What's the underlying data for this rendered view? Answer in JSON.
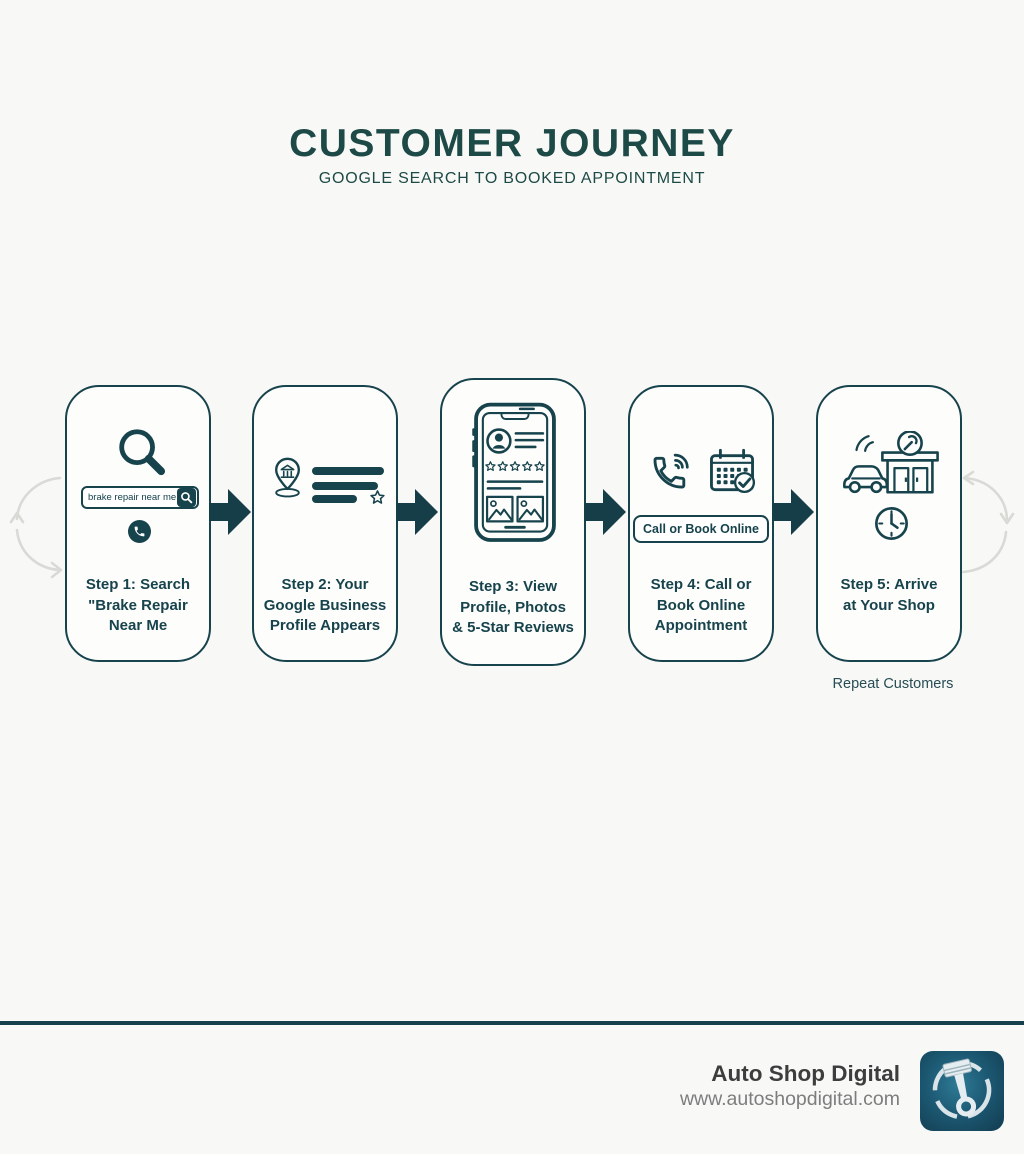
{
  "title": "CUSTOMER JOURNEY",
  "subtitle": "GOOGLE SEARCH TO BOOKED APPOINTMENT",
  "repeat_label": "Repeat Customers",
  "steps": [
    {
      "label": "Step 1: Search\n\"Brake Repair\nNear Me",
      "search_value": "brake repair near me",
      "icons": [
        "magnifier-icon",
        "search-bar",
        "search-button-icon",
        "phone-call-icon"
      ]
    },
    {
      "label": "Step 2: Your\nGoogle Business\nProfile Appears",
      "icons": [
        "map-pin-business-icon",
        "result-lines",
        "star-icon"
      ]
    },
    {
      "label": "Step 3: View\nProfile, Photos\n& 5-Star Reviews",
      "icons": [
        "smartphone-profile-icon",
        "avatar-icon",
        "five-star-rating-icon",
        "photo-thumbnail-icon"
      ]
    },
    {
      "label": "Step 4: Call or\nBook Online\nAppointment",
      "button_label": "Call or Book Online",
      "icons": [
        "phone-call-icon",
        "calendar-check-icon"
      ]
    },
    {
      "label": "Step 5: Arrive\nat Your Shop",
      "icons": [
        "auto-shop-icon",
        "clock-icon"
      ]
    }
  ],
  "footer": {
    "brand": "Auto Shop Digital",
    "url": "www.autoshopdigital.com"
  },
  "colors": {
    "accent": "#17434C",
    "title": "#1D4A46",
    "loop_arrow": "#D9D9D6",
    "divider": "#14414C",
    "footer_brand": "#3D3D3D",
    "footer_url": "#7D7D7D",
    "background": "#F8F8F6",
    "logo_bg": "#1C5872"
  }
}
